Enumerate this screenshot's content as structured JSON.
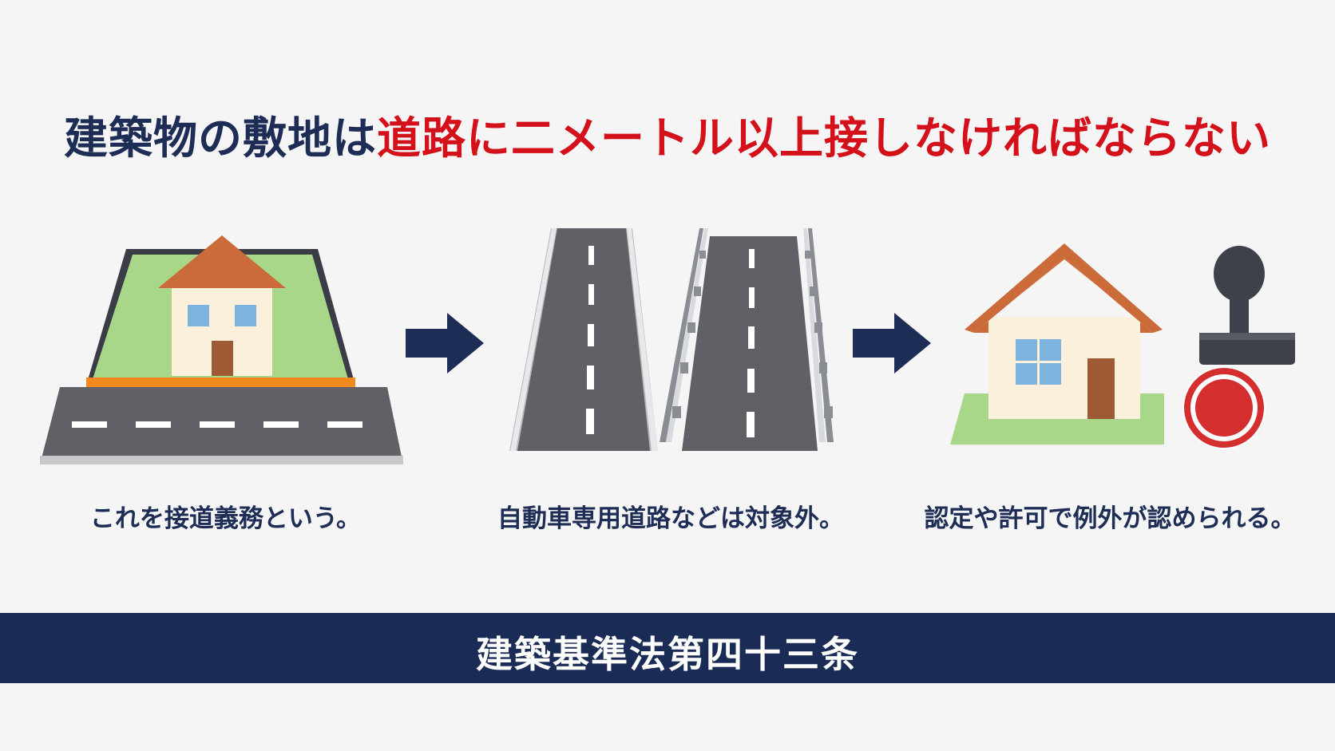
{
  "title": {
    "part1": "建築物の敷地は",
    "part2": "道路に二メートル以上接しなければならない"
  },
  "steps": [
    {
      "caption": "これを接道義務という。",
      "icon": "house-lot-road-icon"
    },
    {
      "caption": "自動車専用道路などは対象外。",
      "icon": "expressway-icon"
    },
    {
      "caption": "認定や許可で例外が認められる。",
      "icon": "house-approval-stamp-icon"
    }
  ],
  "footer": {
    "label": "建築基準法第四十三条"
  },
  "colors": {
    "navy": "#1e2d55",
    "red": "#d4111b",
    "footer_bg": "#1a2b55",
    "road": "#5f6166",
    "grass": "#a8d78a",
    "roof": "#cc6b3a"
  }
}
